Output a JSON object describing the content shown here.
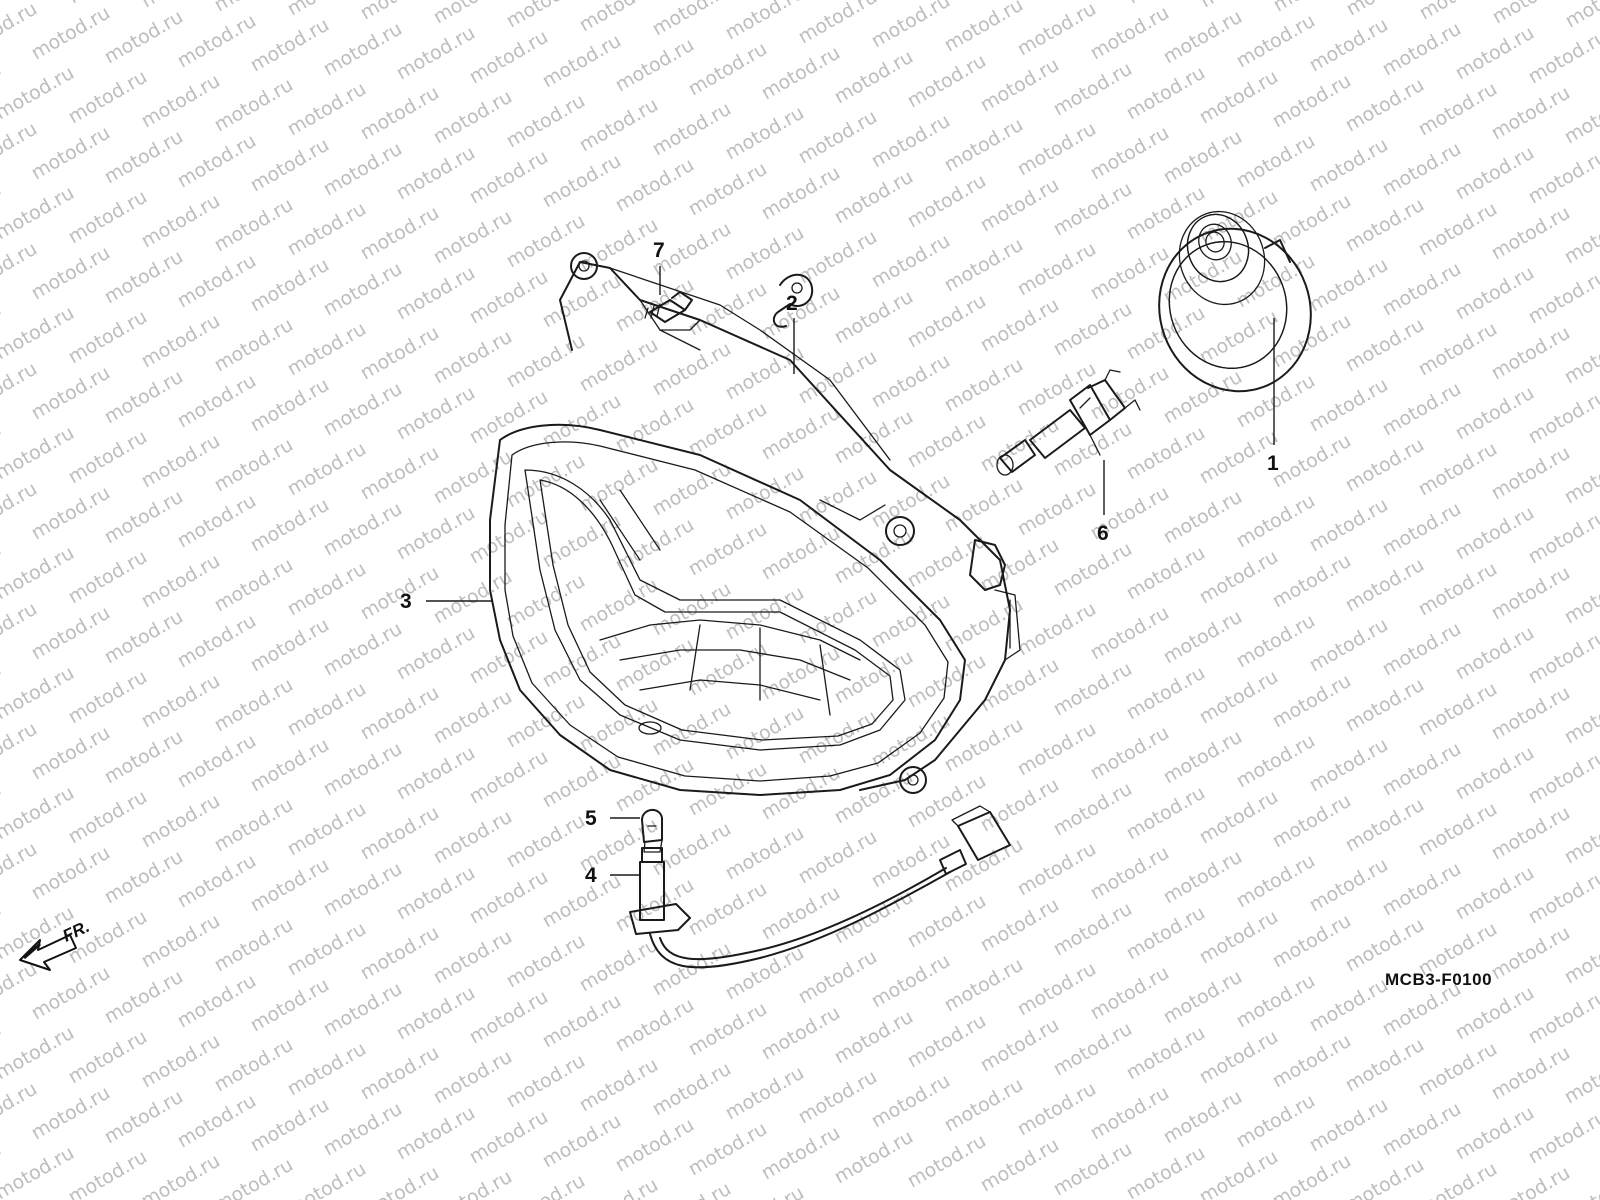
{
  "watermark": {
    "text": "motod.ru",
    "color": "#bdbdbd"
  },
  "callouts": {
    "c1": "1",
    "c2": "2",
    "c3": "3",
    "c4": "4",
    "c5": "5",
    "c6": "6",
    "c7": "7"
  },
  "direction_label": "FR.",
  "drawing_code": "MCB3-F0100"
}
